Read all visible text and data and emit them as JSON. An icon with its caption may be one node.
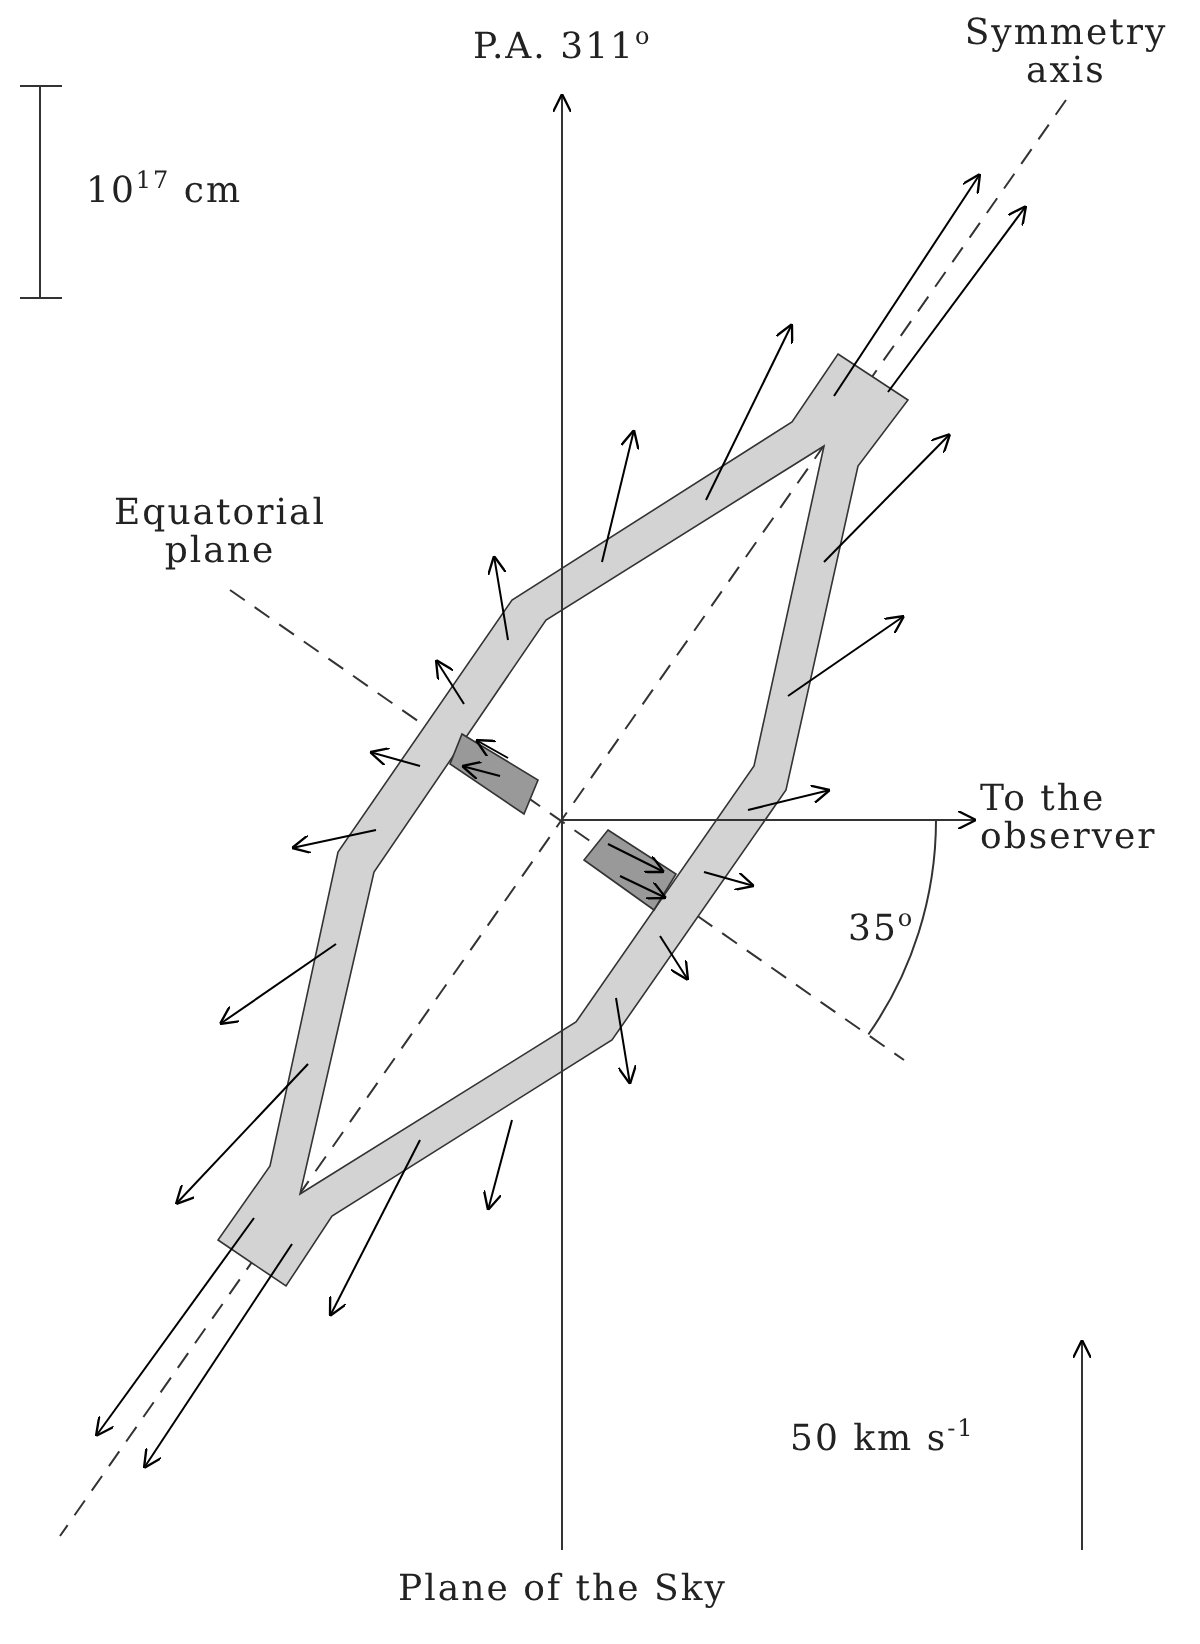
{
  "diagram": {
    "labels": [
      "P.A. 311$^{o}$",
      "Symmetry axis",
      "10$^{17}$ cm",
      "Equatorial plane",
      "To the observer",
      "35$^{o}$",
      "50 km s$^{-1}$",
      "Plane of the Sky"
    ]
  }
}
